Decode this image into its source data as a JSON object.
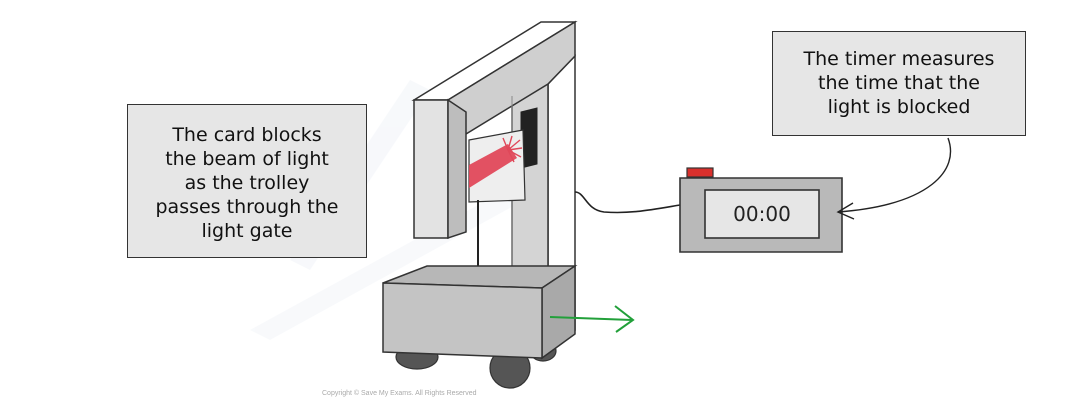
{
  "callouts": {
    "card": {
      "lines": [
        "The card blocks",
        "the beam of light",
        "as the trolley",
        "passes through the",
        "light gate"
      ]
    },
    "timer": {
      "lines": [
        "The timer measures",
        "the time that the",
        "light is blocked"
      ]
    }
  },
  "timer_display": "00:00",
  "copyright": "Copyright © Save My Exams. All Rights Reserved",
  "colors": {
    "frame_front": "#cfcfcf",
    "frame_side": "#ffffff",
    "trolley": "#c4c4c4",
    "wheel": "#555555",
    "beam": "#e0485a",
    "card": "#eeeeee",
    "arrow": "#22a03a",
    "timer_body": "#b9b9b9",
    "timer_button": "#d9302c"
  },
  "icons": {
    "motion_arrow": "arrow-right-icon",
    "pointer": "curved-pointer-arrow"
  }
}
